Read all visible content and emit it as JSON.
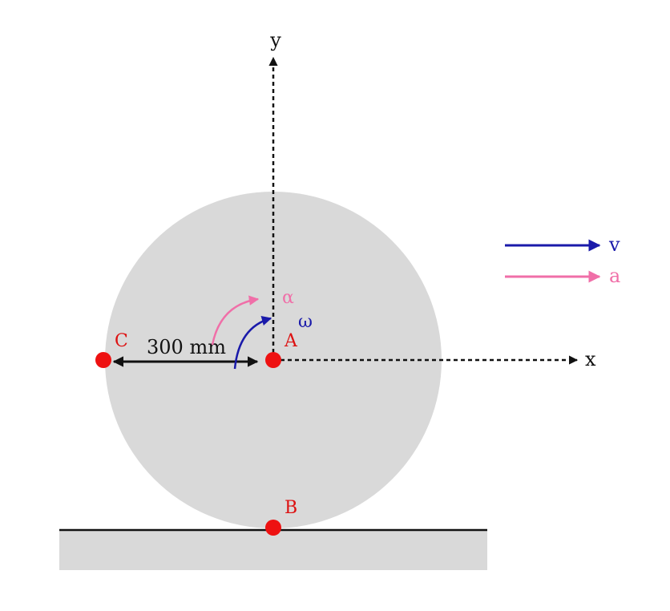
{
  "axes": {
    "x_label": "x",
    "y_label": "y"
  },
  "dimension": {
    "label": "300 mm"
  },
  "points": {
    "A": "A",
    "B": "B",
    "C": "C"
  },
  "rotation": {
    "omega": "ω",
    "alpha": "α"
  },
  "legend": {
    "velocity_label": "v",
    "acceleration_label": "a"
  },
  "colors": {
    "disk": "#d9d9d9",
    "ground": "#d9d9d9",
    "point": "#ee1111",
    "point_label": "#dd1111",
    "velocity": "#1a1aaa",
    "acceleration": "#f06fa8",
    "axis": "#111111"
  }
}
